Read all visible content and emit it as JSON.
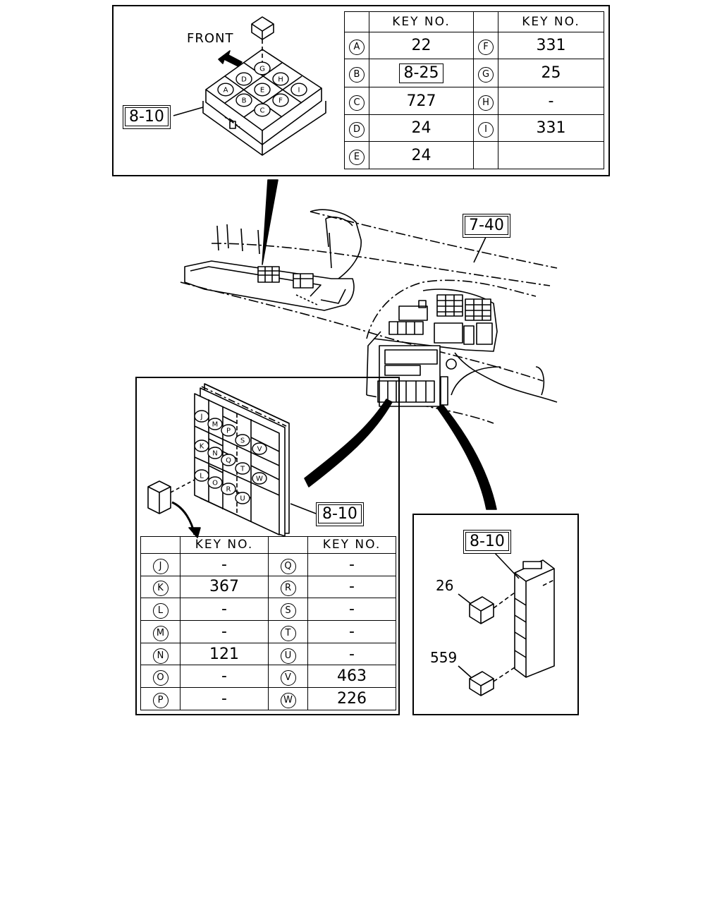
{
  "top_inset": {
    "front_label": "FRONT",
    "ref_label": "8-10",
    "table": {
      "header": "KEY NO.",
      "left": [
        {
          "key": "A",
          "value": "22",
          "boxed": false
        },
        {
          "key": "B",
          "value": "8-25",
          "boxed": true
        },
        {
          "key": "C",
          "value": "727",
          "boxed": false
        },
        {
          "key": "D",
          "value": "24",
          "boxed": false
        },
        {
          "key": "E",
          "value": "24",
          "boxed": false
        }
      ],
      "right": [
        {
          "key": "F",
          "value": "331"
        },
        {
          "key": "G",
          "value": "25"
        },
        {
          "key": "H",
          "value": "-"
        },
        {
          "key": "I",
          "value": "331"
        },
        {
          "key": "",
          "value": ""
        }
      ]
    },
    "grid_keys": [
      "A",
      "B",
      "C",
      "D",
      "E",
      "F",
      "G",
      "H",
      "I"
    ]
  },
  "dashboard": {
    "ref_label": "7-40"
  },
  "left_inset": {
    "ref_label": "8-10",
    "grid_keys": [
      "J",
      "K",
      "L",
      "M",
      "N",
      "O",
      "P",
      "Q",
      "R",
      "S",
      "T",
      "U",
      "V",
      "W"
    ],
    "table": {
      "header": "KEY NO.",
      "left": [
        {
          "key": "J",
          "value": "-"
        },
        {
          "key": "K",
          "value": "367"
        },
        {
          "key": "L",
          "value": "-"
        },
        {
          "key": "M",
          "value": "-"
        },
        {
          "key": "N",
          "value": "121"
        },
        {
          "key": "O",
          "value": "-"
        },
        {
          "key": "P",
          "value": "-"
        }
      ],
      "right": [
        {
          "key": "Q",
          "value": "-"
        },
        {
          "key": "R",
          "value": "-"
        },
        {
          "key": "S",
          "value": "-"
        },
        {
          "key": "T",
          "value": "-"
        },
        {
          "key": "U",
          "value": "-"
        },
        {
          "key": "V",
          "value": "463"
        },
        {
          "key": "W",
          "value": "226"
        }
      ]
    }
  },
  "right_inset": {
    "ref_label": "8-10",
    "part_upper": "26",
    "part_lower": "559"
  }
}
